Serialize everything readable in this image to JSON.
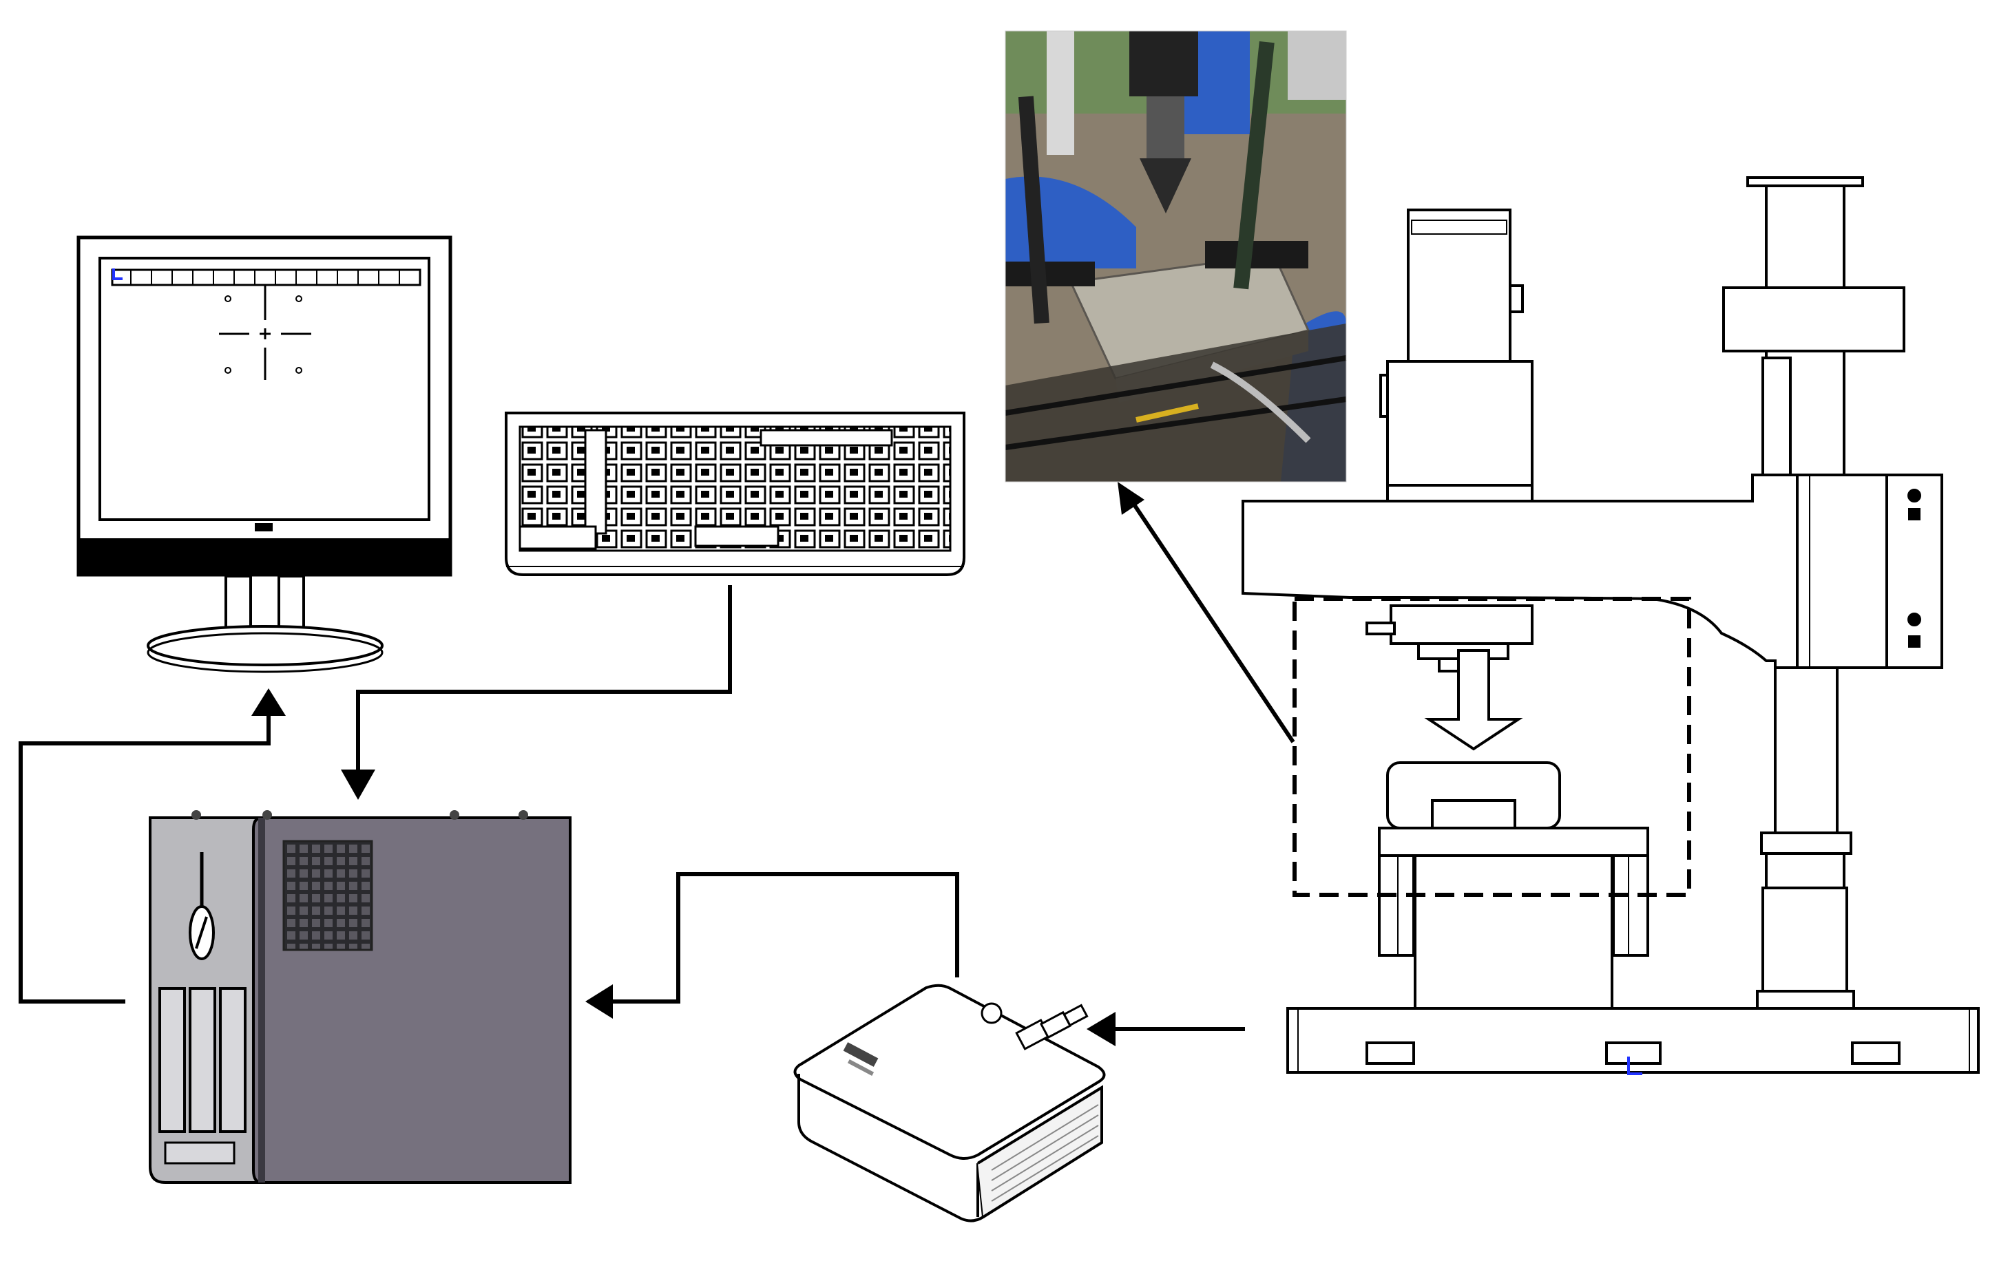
{
  "diagram": {
    "components": [
      {
        "id": "monitor",
        "icon": "computer-monitor-icon"
      },
      {
        "id": "keyboard",
        "icon": "keyboard-icon"
      },
      {
        "id": "computer",
        "icon": "desktop-tower-icon"
      },
      {
        "id": "daq",
        "icon": "data-acquisition-box-icon"
      },
      {
        "id": "drill",
        "icon": "radial-drilling-machine-icon"
      },
      {
        "id": "photo",
        "icon": "drilling-specimen-photo"
      }
    ],
    "connections": [
      {
        "from": "keyboard",
        "to": "computer"
      },
      {
        "from": "computer",
        "to": "monitor"
      },
      {
        "from": "daq",
        "to": "computer"
      },
      {
        "from": "drill",
        "to": "daq"
      },
      {
        "from": "drill-detail-region",
        "to": "photo"
      }
    ],
    "colors": {
      "line": "#000000",
      "tower_body": "#76717e",
      "tower_front": "#b9b9bd",
      "photo_tarp": "#2e5fc4",
      "photo_ground": "#8a7f6e",
      "photo_concrete": "#b7b3a6"
    }
  }
}
